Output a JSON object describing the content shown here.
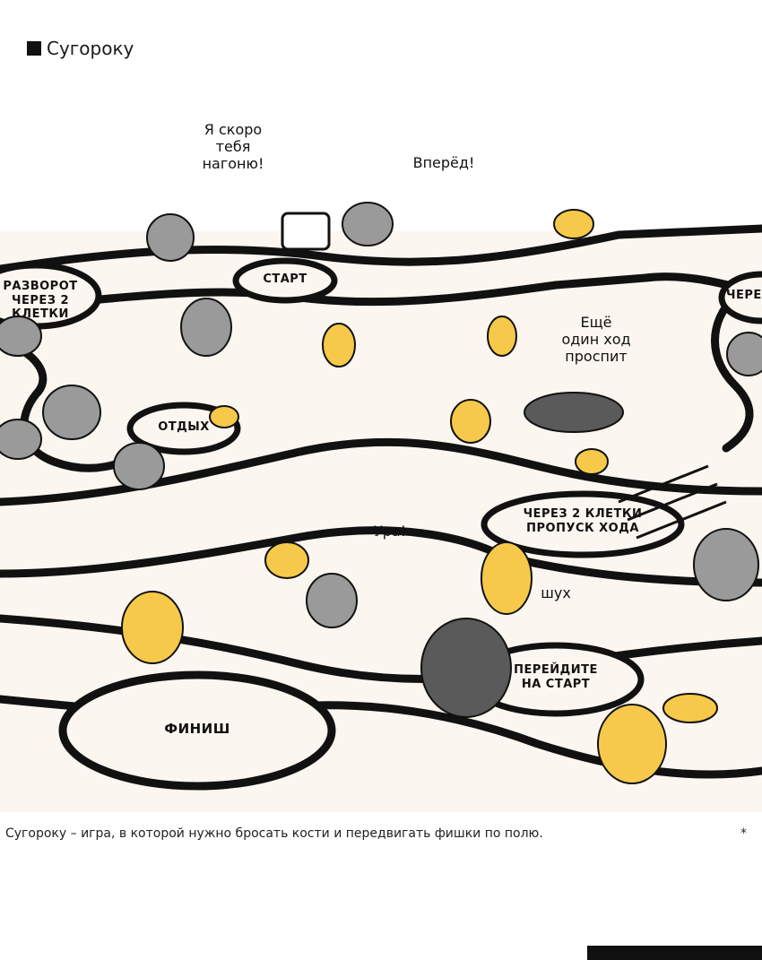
{
  "page": {
    "title": "Сугороку"
  },
  "speech": {
    "soon": "Я скоро\nтебя\nнагоню!",
    "forward": "Вперёд!",
    "one_more": "Ещё\nодин ход\nпроспит",
    "hooray": "Ура!",
    "whoosh": "шух"
  },
  "cells": {
    "turn": "РАЗВОРОТ\nЧЕРЕЗ 2 КЛЕТКИ",
    "start": "СТАРТ",
    "through_right": "ЧЕРЕЗ",
    "rest": "ОТДЫХ",
    "skip": "ЧЕРЕЗ 2 КЛЕТКИ\nПРОПУСК ХОДА",
    "to_start": "ПЕРЕЙДИТЕ\nНА СТАРТ",
    "finish": "ФИНИШ"
  },
  "footnote": {
    "star": "*",
    "text": "Сугороку – игра, в которой нужно бросать кости и передвигать фишки по полю."
  },
  "colors": {
    "ink": "#111111",
    "board": "#fbf6ef",
    "shiba_yellow": "#f6c94a",
    "shiba_grey": "#8e8e8e",
    "dark_cat": "#5a5a5a"
  },
  "icons": {
    "title_marker": "black-square-icon",
    "characters": [
      "shiba-dog-icon",
      "grey-cat-icon",
      "dark-cat-icon"
    ]
  }
}
